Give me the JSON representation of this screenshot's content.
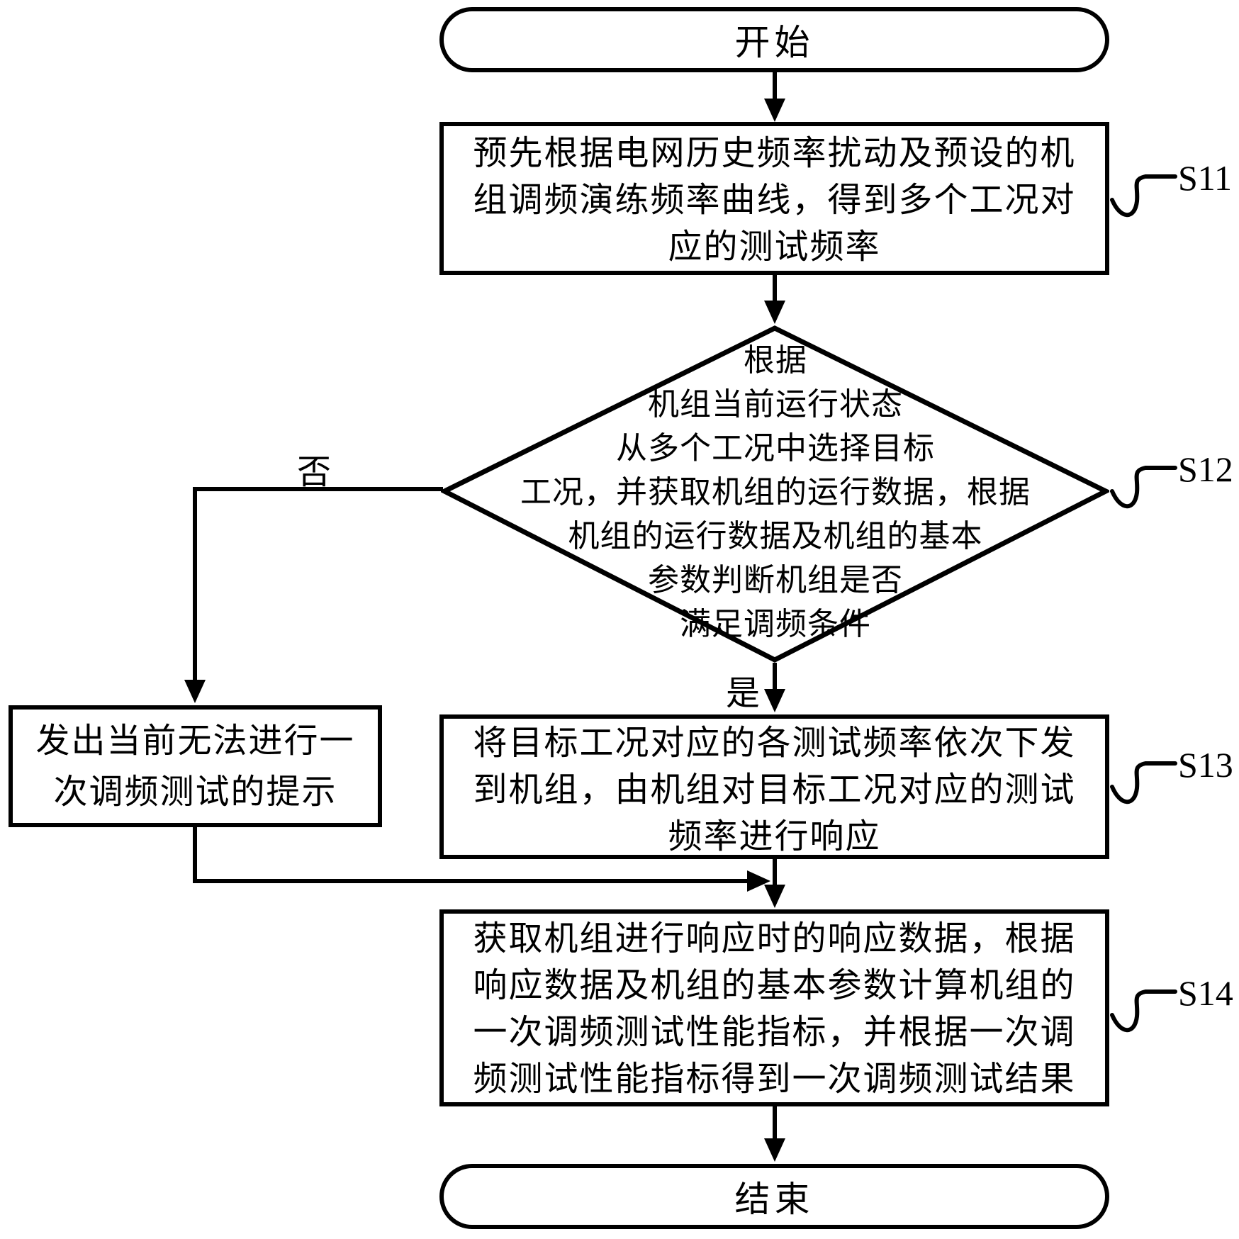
{
  "figure": {
    "background_color": "#ffffff",
    "line_color": "#000000",
    "type": "flowchart"
  },
  "nodes": {
    "start": {
      "label": "开始"
    },
    "s11": {
      "ref": "S11",
      "lines": [
        "预先根据电网历史频率扰动及预设的机",
        "组调频演练频率曲线，得到多个工况对",
        "应的测试频率"
      ]
    },
    "decision": {
      "ref": "S12",
      "lines": [
        "根据",
        "机组当前运行状态",
        "从多个工况中选择目标",
        "工况，并获取机组的运行数据，根据",
        "机组的运行数据及机组的基本",
        "参数判断机组是否",
        "满足调频条件"
      ]
    },
    "no_box": {
      "lines": [
        "发出当前无法进行一",
        "次调频测试的提示"
      ]
    },
    "s13": {
      "ref": "S13",
      "lines": [
        "将目标工况对应的各测试频率依次下发",
        "到机组，由机组对目标工况对应的测试",
        "频率进行响应"
      ]
    },
    "s14": {
      "ref": "S14",
      "lines": [
        "获取机组进行响应时的响应数据，根据",
        "响应数据及机组的基本参数计算机组的",
        "一次调频测试性能指标，并根据一次调",
        "频测试性能指标得到一次调频测试结果"
      ]
    },
    "end": {
      "label": "结束"
    }
  },
  "edge_labels": {
    "yes": "是",
    "no": "否"
  },
  "refs": {
    "s11": "S11",
    "s12": "S12",
    "s13": "S13",
    "s14": "S14"
  }
}
